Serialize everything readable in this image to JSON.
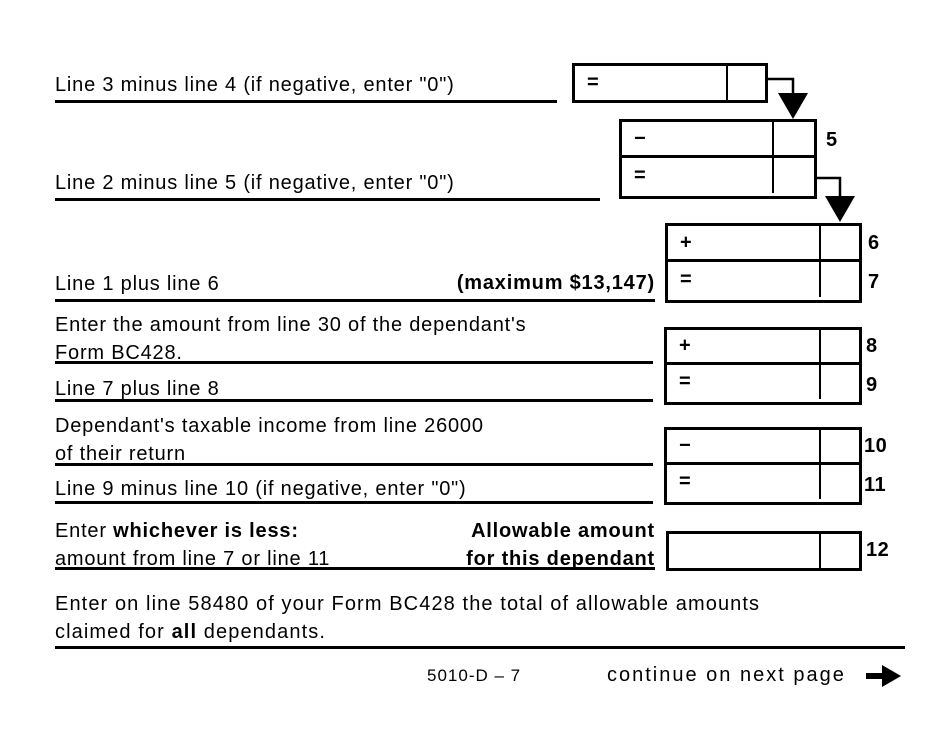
{
  "form": {
    "page_footer_id": "5010-D – 7",
    "continue_label": "continue on next page"
  },
  "labels": {
    "line3_minus_4": "Line 3 minus line 4 (if negative, enter \"0\")",
    "line2_minus_5": "Line 2 minus line 5 (if negative, enter \"0\")",
    "line1_plus_6": "Line 1 plus line 6",
    "maximum_note": "(maximum $13,147)",
    "line30_dependant_1": "Enter the amount from line 30 of the dependant's",
    "line30_dependant_2": "Form BC428.",
    "line7_plus_8": "Line 7 plus line 8",
    "taxable_income_1": "Dependant's taxable income from line 26000",
    "taxable_income_2": "of their return",
    "line9_minus_10": "Line 9 minus line 10 (if negative, enter \"0\")",
    "whichever_prefix": "Enter ",
    "whichever_bold": "whichever is less:",
    "whichever_line2": "amount from line 7 or line 11",
    "allowable_1": "Allowable amount",
    "allowable_2": "for this dependant",
    "total_note_1": "Enter on line 58480 of your Form BC428 the total of allowable amounts",
    "total_note_2a": "claimed for ",
    "total_note_2b": "all",
    "total_note_2c": " dependants."
  },
  "operators": {
    "equals": "=",
    "plus": "+",
    "minus": "−"
  },
  "line_numbers": {
    "n5": "5",
    "n6": "6",
    "n7": "7",
    "n8": "8",
    "n9": "9",
    "n10": "10",
    "n11": "11",
    "n12": "12"
  },
  "amount_fields": {
    "line3_minus_4_value": "",
    "line5_value": "",
    "line2_minus_5_value": "",
    "line6_value": "",
    "line7_value": "",
    "line8_value": "",
    "line9_value": "",
    "line10_value": "",
    "line11_value": "",
    "line12_value": ""
  },
  "colors": {
    "ink": "#000000",
    "background": "#ffffff"
  }
}
